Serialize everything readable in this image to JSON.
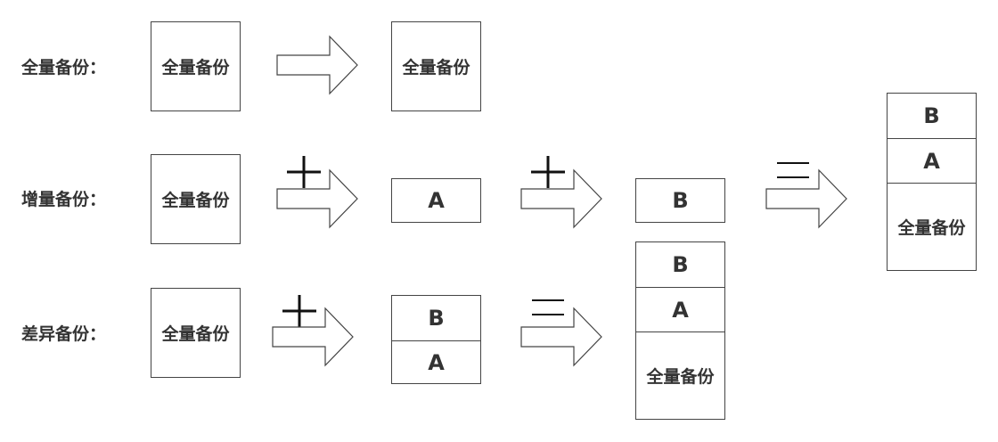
{
  "rows": {
    "full": {
      "label": "全量备份：",
      "box1": "全量备份",
      "box2": "全量备份"
    },
    "incremental": {
      "label": "增量备份：",
      "box1": "全量备份",
      "box2": "A",
      "box3": "B",
      "result": [
        "B",
        "A",
        "全量备份"
      ]
    },
    "differential": {
      "label": "差异备份：",
      "box1": "全量备份",
      "box2_top": "B",
      "box2_bottom": "A",
      "result": [
        "B",
        "A",
        "全量备份"
      ]
    }
  },
  "operators": {
    "plus": "+",
    "equals": "="
  },
  "colors": {
    "stroke": "#444444",
    "text": "#333333",
    "background": "#ffffff"
  }
}
